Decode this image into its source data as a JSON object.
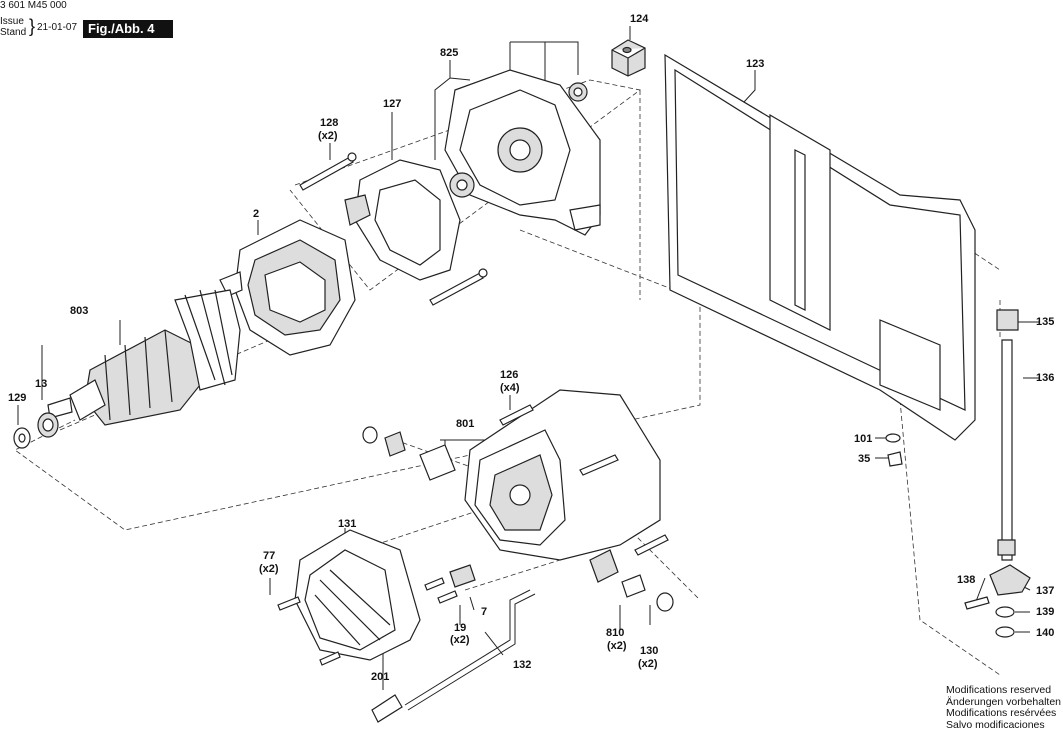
{
  "header": {
    "doc_number": "3 601 M45 000",
    "issue_label_1": "Issue",
    "issue_label_2": "Stand",
    "issue_date": "21-01-07",
    "figure": "Fig./Abb. 4"
  },
  "labels": {
    "p124": "124",
    "p825": "825",
    "p123": "123",
    "p127": "127",
    "p128": "128",
    "p128q": "(x2)",
    "p2": "2",
    "p803": "803",
    "p13": "13",
    "p129": "129",
    "p126": "126",
    "p126q": "(x4)",
    "p801": "801",
    "p135": "135",
    "p136": "136",
    "p101": "101",
    "p35": "35",
    "p131": "131",
    "p77": "77",
    "p77q": "(x2)",
    "p19": "19",
    "p19q": "(x2)",
    "p7": "7",
    "p810": "810",
    "p810q": "(x2)",
    "p130": "130",
    "p130q": "(x2)",
    "p132": "132",
    "p201": "201",
    "p138": "138",
    "p137": "137",
    "p139": "139",
    "p140": "140"
  },
  "notes": [
    "Modifications reserved",
    "Änderungen vorbehalten",
    "Modifications resérvées",
    "Salvo modificaciones"
  ]
}
